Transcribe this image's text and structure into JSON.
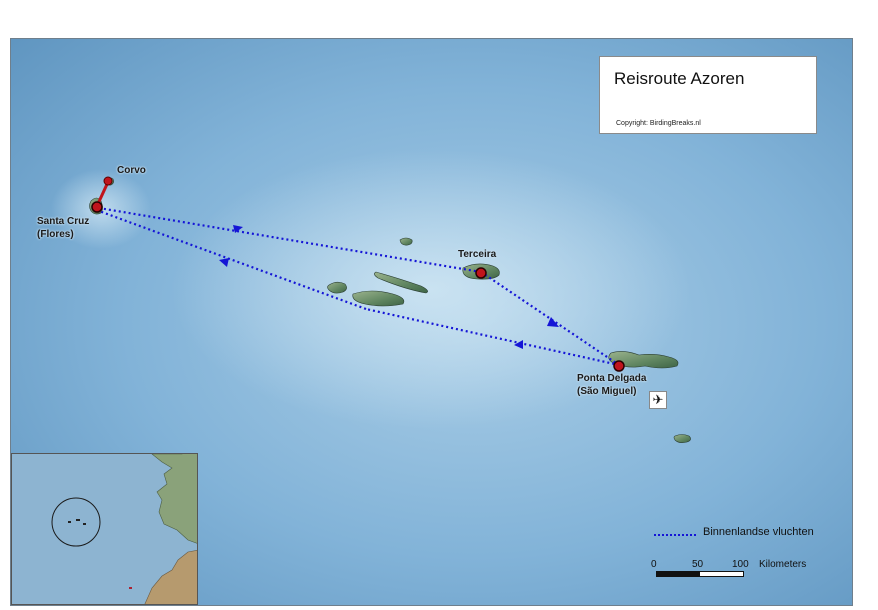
{
  "map": {
    "title": "Reisroute Azoren",
    "copyright": "Copyright: BirdingBreaks.nl",
    "colors": {
      "sea": "#7fb0d6",
      "land": "#6d8f6a",
      "route": "#1515d6",
      "marker": "#c0141c"
    },
    "places": [
      {
        "id": "corvo",
        "label": "Corvo"
      },
      {
        "id": "santa-cruz",
        "label": "Santa Cruz",
        "label2": "(Flores)"
      },
      {
        "id": "terceira",
        "label": "Terceira"
      },
      {
        "id": "ponta-delgada",
        "label": "Ponta Delgada",
        "label2": "(São Miguel)"
      }
    ],
    "route_type": "Binnenlandse vluchten",
    "airport_icon": "plane-icon"
  },
  "legend": {
    "route_label": "Binnenlandse vluchten"
  },
  "scale": {
    "ticks": [
      "0",
      "50",
      "100"
    ],
    "unit": "Kilometers"
  }
}
